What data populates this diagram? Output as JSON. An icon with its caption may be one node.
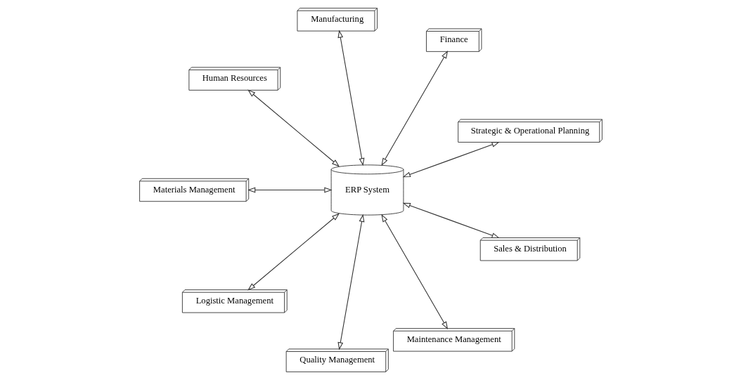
{
  "diagram": {
    "nodes": [
      {
        "text": [
          "Strategic & Operational Planning"
        ]
      },
      {
        "text": [
          "Finance"
        ]
      },
      {
        "text": [
          "Manufacturing"
        ]
      },
      {
        "text": [
          "Human Resources"
        ]
      },
      {
        "text": [
          "Materials Management"
        ]
      },
      {
        "text": [
          "ERP System"
        ]
      },
      {
        "text": [
          "Logistic Management"
        ]
      },
      {
        "text": [
          "Quality Management"
        ]
      },
      {
        "text": [
          "Maintenance Management"
        ]
      },
      {
        "text": [
          "Sales & Distribution"
        ]
      }
    ],
    "edges": [
      {
        "from": 5,
        "to": 0,
        "arrow": "both"
      },
      {
        "from": 5,
        "to": 1,
        "arrow": "both"
      },
      {
        "from": 5,
        "to": 2,
        "arrow": "both"
      },
      {
        "from": 5,
        "to": 3,
        "arrow": "both"
      },
      {
        "from": 5,
        "to": 4,
        "arrow": "both"
      },
      {
        "from": 5,
        "to": 6,
        "arrow": "both"
      },
      {
        "from": 5,
        "to": 7,
        "arrow": "both"
      },
      {
        "from": 5,
        "to": 8,
        "arrow": "both"
      },
      {
        "from": 5,
        "to": 9,
        "arrow": "both"
      }
    ]
  }
}
